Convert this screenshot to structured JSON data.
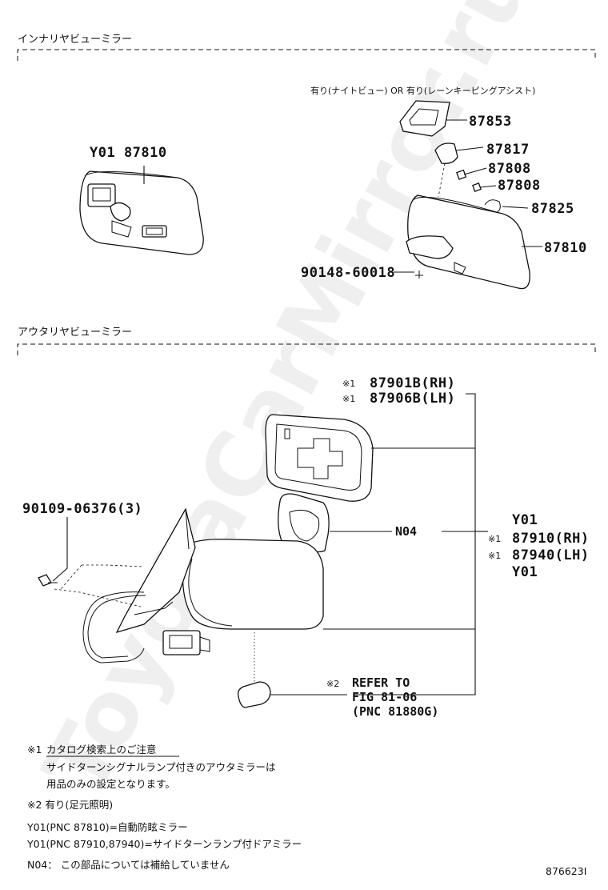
{
  "sections": {
    "inner": {
      "title": "インナリヤビューミラー"
    },
    "outer": {
      "title": "アウタリヤビューミラー"
    }
  },
  "inner": {
    "left_label": "Y01 87810",
    "condition": "有り(ナイトビュー) OR 有り(レーンキーピングアシスト)",
    "parts": [
      "87853",
      "87817",
      "87808",
      "87808",
      "87825",
      "87810",
      "90148-60018"
    ]
  },
  "outer": {
    "glass": {
      "mark": "※1",
      "lines": [
        "87901B(RH)",
        "87906B(LH)"
      ]
    },
    "bolt": "90109-06376(3)",
    "n04": "N04",
    "assy": {
      "top": "Y01",
      "mark": "※1",
      "lines": [
        "87910(RH)",
        "87940(LH)"
      ],
      "bottom": "Y01"
    },
    "refer": {
      "mark": "※2",
      "lines": [
        "REFER TO",
        "FIG 81-06",
        "(PNC 81880G)"
      ]
    }
  },
  "notes": {
    "n1_mark": "※1",
    "n1_title": "カタログ検索上のご注意",
    "n1_line1": "サイドターンシグナルランプ付きのアウタミラーは",
    "n1_line2": "用品のみの設定となります。",
    "n2": "※2 有り(足元照明)",
    "y01_a": "Y01(PNC 87810)=自動防眩ミラー",
    "y01_b": "Y01(PNC 87910,87940)=サイドターンランプ付ドアミラー",
    "n04": "N04： この部品については補給していません"
  },
  "figure_id": "876623I",
  "watermark": "ToyotaCarMirror.ru"
}
